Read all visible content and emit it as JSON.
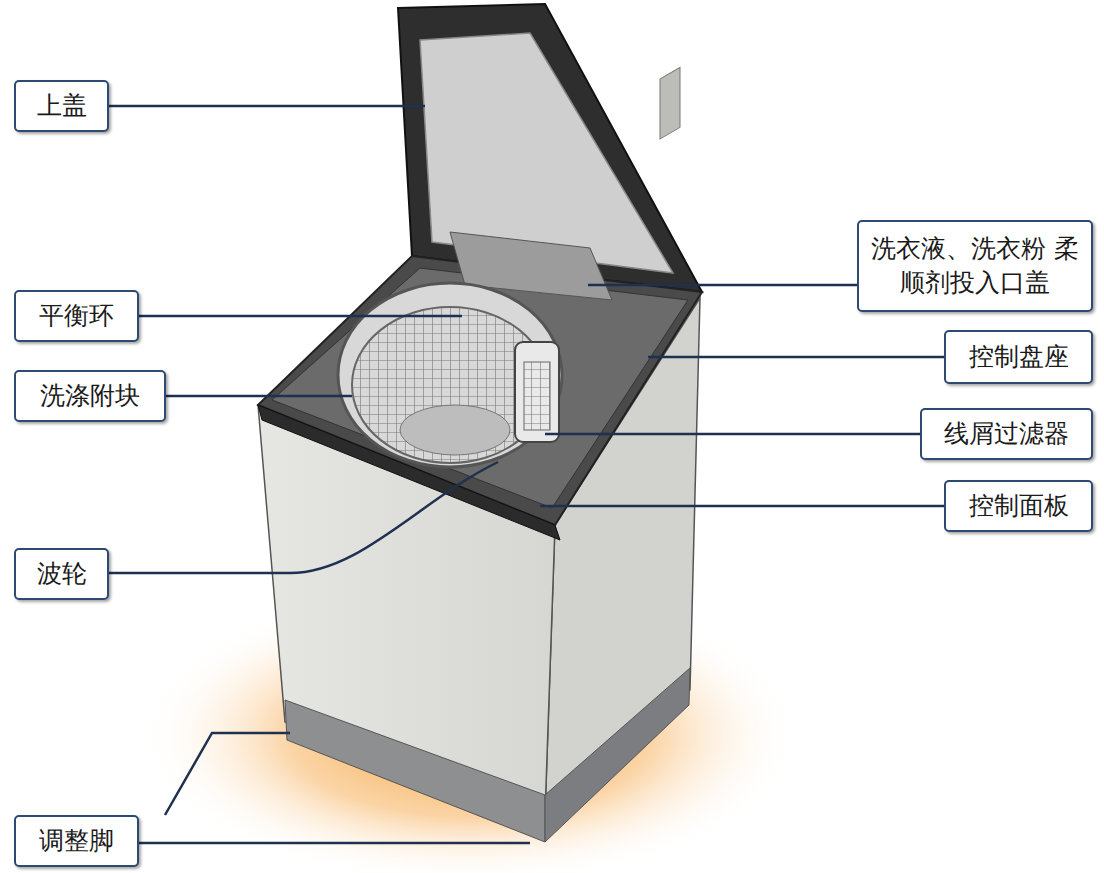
{
  "diagram": {
    "nodes": [
      {
        "text": [
          "上盖"
        ]
      },
      {
        "text": [
          "洗衣液、洗衣粉 柔顺剂投入口盖"
        ]
      },
      {
        "text": [
          "平衡环"
        ]
      },
      {
        "text": [
          "控制盘座"
        ]
      },
      {
        "text": [
          "洗涤附块"
        ]
      },
      {
        "text": [
          "线屑过滤器"
        ]
      },
      {
        "text": [
          "控制面板"
        ]
      },
      {
        "text": [
          "波轮"
        ]
      },
      {
        "text": [
          "调整脚"
        ]
      }
    ]
  }
}
